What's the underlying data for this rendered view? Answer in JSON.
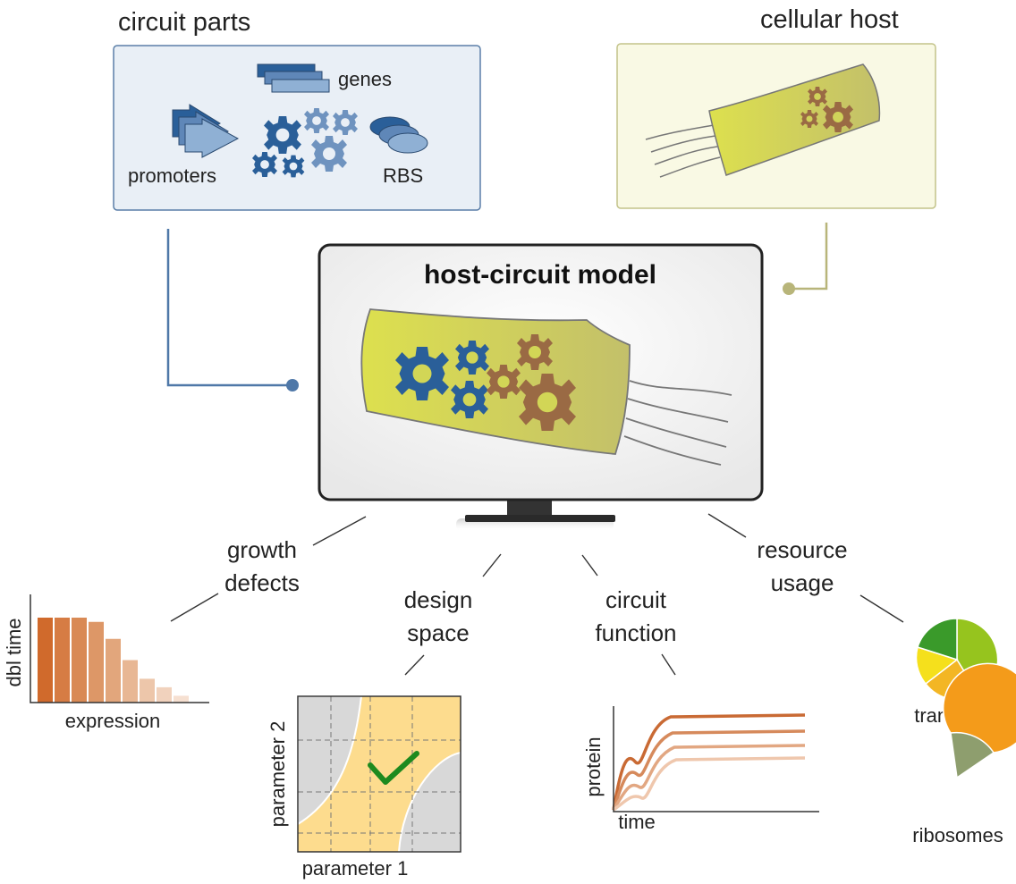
{
  "top": {
    "circuit_parts": {
      "title": "circuit parts",
      "genes": "genes",
      "promoters": "promoters",
      "rbs": "RBS"
    },
    "cellular_host": {
      "title": "cellular host"
    }
  },
  "model": {
    "title": "host-circuit model"
  },
  "outputs": {
    "growth": {
      "line1": "growth",
      "line2": "defects",
      "ylabel": "dbl time",
      "xlabel": "expression",
      "values": [
        1.0,
        1.0,
        1.0,
        0.95,
        0.75,
        0.5,
        0.28,
        0.18,
        0.08
      ]
    },
    "design": {
      "line1": "design",
      "line2": "space",
      "xlabel": "parameter 1",
      "ylabel": "parameter 2"
    },
    "function": {
      "line1": "circuit",
      "line2": "function",
      "xlabel": "time",
      "ylabel": "protein"
    },
    "resource": {
      "line1": "resource",
      "line2": "usage",
      "pie1_label": "translation",
      "pie2_label": "ribosomes"
    }
  },
  "colors": {
    "blue": "#2a5f99",
    "brown": "#9a6a44",
    "olive": "#b8b57a",
    "cell": "#d6dc5a",
    "parts_box": "#e9eff6",
    "host_box": "#f9f9e4"
  }
}
